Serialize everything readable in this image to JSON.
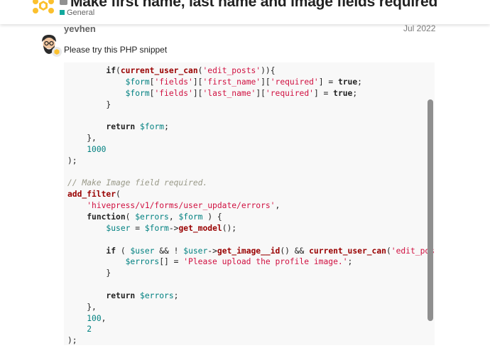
{
  "topic": {
    "title": "Make first name, last name and image fields required",
    "category": "General"
  },
  "colors": {
    "logo": "#fbc02d",
    "category": "#12a89d",
    "code_bg": "#f8f8f8"
  },
  "post": {
    "username": "yevhen",
    "date": "Jul 2022",
    "text": "Please try this PHP snippet"
  },
  "code": {
    "language": "PHP",
    "lines": [
      "        if(current_user_can('edit_posts')){",
      "            $form['fields']['first_name']['required'] = true;",
      "            $form['fields']['last_name']['required'] = true;",
      "        }",
      "",
      "        return $form;",
      "    },",
      "    1000",
      ");",
      "",
      "// Make Image field required.",
      "add_filter(",
      "    'hivepress/v1/forms/user_update/errors',",
      "    function( $errors, $form ) {",
      "        $user = $form->get_model();",
      "",
      "        if ( $user && ! $user->get_image__id() && current_user_can('edit_posts') ) {",
      "            $errors[] = 'Please upload the profile image.';",
      "        }",
      "",
      "        return $errors;",
      "    },",
      "    100,",
      "    2",
      ");"
    ]
  }
}
